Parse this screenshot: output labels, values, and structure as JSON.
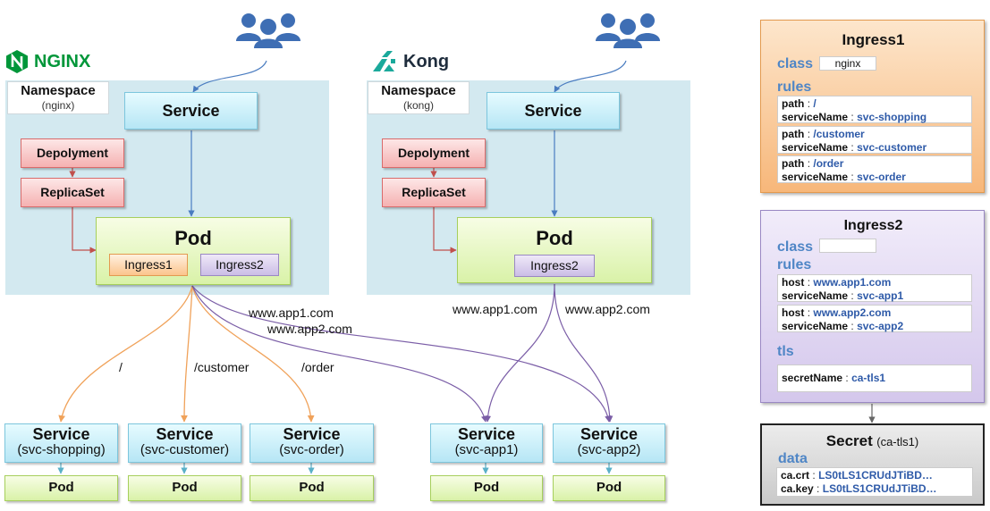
{
  "left": {
    "brand": "NGINX",
    "namespace": {
      "title": "Namespace",
      "sub": "(nginx)"
    },
    "service": "Service",
    "deployment": "Depolyment",
    "replicaset": "ReplicaSet",
    "pod": "Pod",
    "ingress1": "Ingress1",
    "ingress2": "Ingress2"
  },
  "right": {
    "brand": "Kong",
    "namespace": {
      "title": "Namespace",
      "sub": "(kong)"
    },
    "service": "Service",
    "deployment": "Depolyment",
    "replicaset": "ReplicaSet",
    "pod": "Pod",
    "ingress2": "Ingress2"
  },
  "routes": {
    "left_hosts_1": "www.app1.com",
    "left_hosts_2": "www.app2.com",
    "path_root": "/",
    "path_customer": "/customer",
    "path_order": "/order",
    "right_host_1": "www.app1.com",
    "right_host_2": "www.app2.com"
  },
  "bottom_services": [
    {
      "title": "Service",
      "sub": "(svc-shopping)",
      "pod": "Pod"
    },
    {
      "title": "Service",
      "sub": "(svc-customer)",
      "pod": "Pod"
    },
    {
      "title": "Service",
      "sub": "(svc-order)",
      "pod": "Pod"
    },
    {
      "title": "Service",
      "sub": "(svc-app1)",
      "pod": "Pod"
    },
    {
      "title": "Service",
      "sub": "(svc-app2)",
      "pod": "Pod"
    }
  ],
  "ingress1_panel": {
    "title": "Ingress1",
    "class_label": "class",
    "class_value": "nginx",
    "rules_label": "rules",
    "rules": [
      {
        "k1": "path",
        "v1": "/",
        "k2": "serviceName",
        "v2": "svc-shopping"
      },
      {
        "k1": "path",
        "v1": "/customer",
        "k2": "serviceName",
        "v2": "svc-customer"
      },
      {
        "k1": "path",
        "v1": "/order",
        "k2": "serviceName",
        "v2": "svc-order"
      }
    ]
  },
  "ingress2_panel": {
    "title": "Ingress2",
    "class_label": "class",
    "class_value": "",
    "rules_label": "rules",
    "rules": [
      {
        "k1": "host",
        "v1": "www.app1.com",
        "k2": "serviceName",
        "v2": "svc-app1"
      },
      {
        "k1": "host",
        "v1": "www.app2.com",
        "k2": "serviceName",
        "v2": "svc-app2"
      }
    ],
    "tls_label": "tls",
    "secret_key": "secretName",
    "secret_value": "ca-tls1"
  },
  "secret_panel": {
    "title": "Secret",
    "title_sub": "(ca-tls1)",
    "data_label": "data",
    "rows": [
      {
        "k": "ca.crt",
        "v": "LS0tLS1CRUdJTiBD…"
      },
      {
        "k": "ca.key",
        "v": "LS0tLS1CRUdJTiBD…"
      }
    ]
  },
  "colors": {
    "namespace_bg": "#d3e9f0",
    "nginx_green": "#009639",
    "kong_teal": "#1aa99b",
    "users_blue": "#3e6eb4",
    "ingress1_orange": "#f4a35b",
    "ingress2_purple": "#b8a6dc",
    "secret_gray": "#d6d6d6",
    "orange_line": "#f0a25a",
    "purple_line": "#7b5ea7",
    "blue_line": "#4a7cc0",
    "red_line": "#c0504d"
  },
  "icons": [
    "users-icon",
    "nginx-logo-icon",
    "kong-logo-icon"
  ]
}
